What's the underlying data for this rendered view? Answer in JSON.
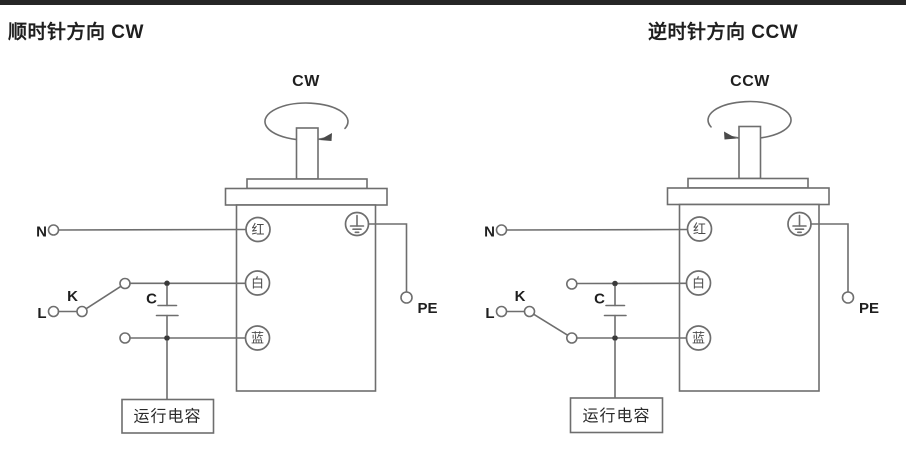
{
  "page": {
    "background": "#ffffff",
    "top_bar_color": "#262626"
  },
  "colors": {
    "line": "#6e6e6e",
    "label_text": "#1f1f1f",
    "terminal_text": "#4a4a4a"
  },
  "diagrams": [
    {
      "title": "顺时针方向 CW",
      "rotation_label": "CW",
      "rotation_direction": "clockwise",
      "line_labels": {
        "n": "N",
        "l": "L",
        "k": "K",
        "c": "C",
        "pe": "PE"
      },
      "terminals": {
        "red": "红",
        "white": "白",
        "blue": "蓝"
      },
      "ground_icon": "earth-ground-icon",
      "capacitor_box_label": "运行电容",
      "switch_state": "K connects L to upper contact (white wire)"
    },
    {
      "title": "逆时针方向 CCW",
      "rotation_label": "CCW",
      "rotation_direction": "counterclockwise",
      "line_labels": {
        "n": "N",
        "l": "L",
        "k": "K",
        "c": "C",
        "pe": "PE"
      },
      "terminals": {
        "red": "红",
        "white": "白",
        "blue": "蓝"
      },
      "ground_icon": "earth-ground-icon",
      "capacitor_box_label": "运行电容",
      "switch_state": "K connects L to lower contact (blue wire)"
    }
  ]
}
